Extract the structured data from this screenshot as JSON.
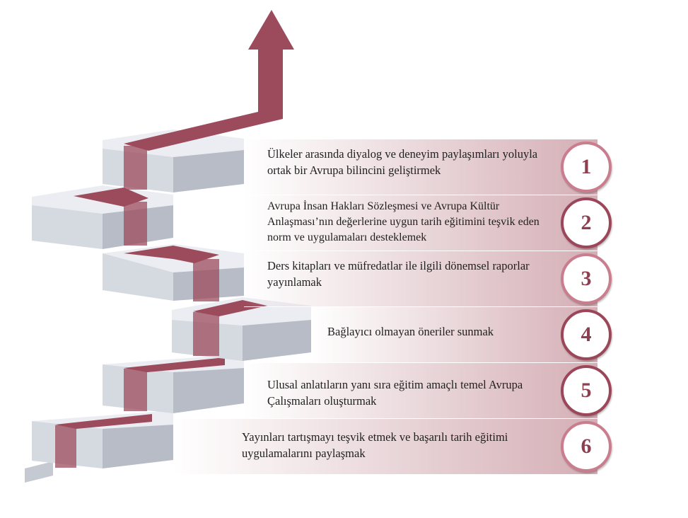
{
  "steps": [
    {
      "number": "1",
      "text": "Ülkeler arasında diyalog ve deneyim paylaşımları yoluyla ortak bir Avrupa bilincini geliştirmek",
      "ring": "#c97d8d"
    },
    {
      "number": "2",
      "text": "Avrupa İnsan Hakları Sözleşmesi ve Avrupa Kültür Anlaşması’nın değerlerine uygun tarih eğitimini teşvik eden norm ve uygulamaları desteklemek",
      "ring": "#9c4759"
    },
    {
      "number": "3",
      "text": "Ders kitapları ve müfredatlar ile ilgili dönemsel raporlar yayınlamak",
      "ring": "#c97d8d"
    },
    {
      "number": "4",
      "text": "Bağlayıcı olmayan öneriler sunmak",
      "ring": "#9c4759"
    },
    {
      "number": "5",
      "text": "Ulusal anlatıların yanı sıra eğitim amaçlı temel Avrupa Çalışmaları oluşturmak",
      "ring": "#9c4759"
    },
    {
      "number": "6",
      "text": "Yayınları tartışmayı teşvik etmek ve başarılı tarih eğitimi uygulamalarını paylaşmak",
      "ring": "#c97d8d"
    }
  ],
  "colors": {
    "path": "#9c4b5c",
    "step_top": "#ebedf2",
    "step_front": "#d5d9e0",
    "step_side": "#b7bcc6"
  }
}
